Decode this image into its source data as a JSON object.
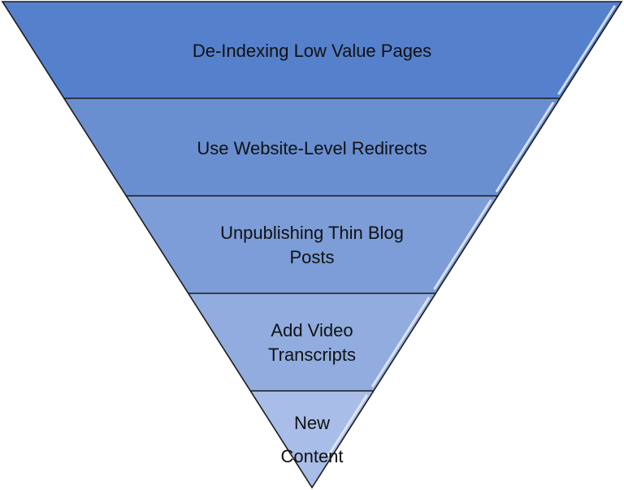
{
  "diagram": {
    "tiers": [
      {
        "lines": [
          "De-Indexing Low Value Pages"
        ],
        "color": "#5580cc"
      },
      {
        "lines": [
          "Use Website-Level Redirects"
        ],
        "color": "#6a8fd1"
      },
      {
        "lines": [
          "Unpublishing Thin Blog",
          "Posts"
        ],
        "color": "#7d9dd8"
      },
      {
        "lines": [
          "Add Video",
          "Transcripts"
        ],
        "color": "#91acdf"
      },
      {
        "lines": [
          "New",
          "Content"
        ],
        "color": "#a8bde7"
      }
    ]
  }
}
